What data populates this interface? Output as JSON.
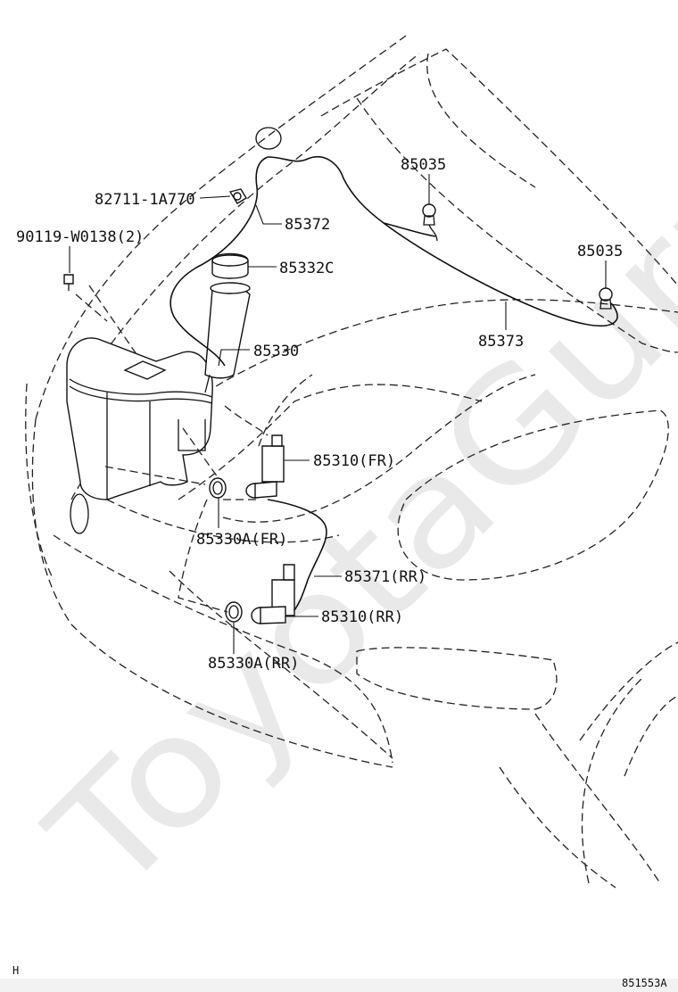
{
  "diagram": {
    "watermark": "ToyotaGuru",
    "labels": {
      "p85035_top": "85035",
      "p85035_right": "85035",
      "p82711": "82711-1A770",
      "p85372": "85372",
      "p90119": "90119-W0138(2)",
      "p85332c": "85332C",
      "p85330": "85330",
      "p85373": "85373",
      "p85310fr": "85310(FR)",
      "p85330afr": "85330A(FR)",
      "p85371rr": "85371(RR)",
      "p85310rr": "85310(RR)",
      "p85330arr": "85330A(RR)"
    },
    "corner_mark": "H",
    "figure_code": "851553A"
  }
}
